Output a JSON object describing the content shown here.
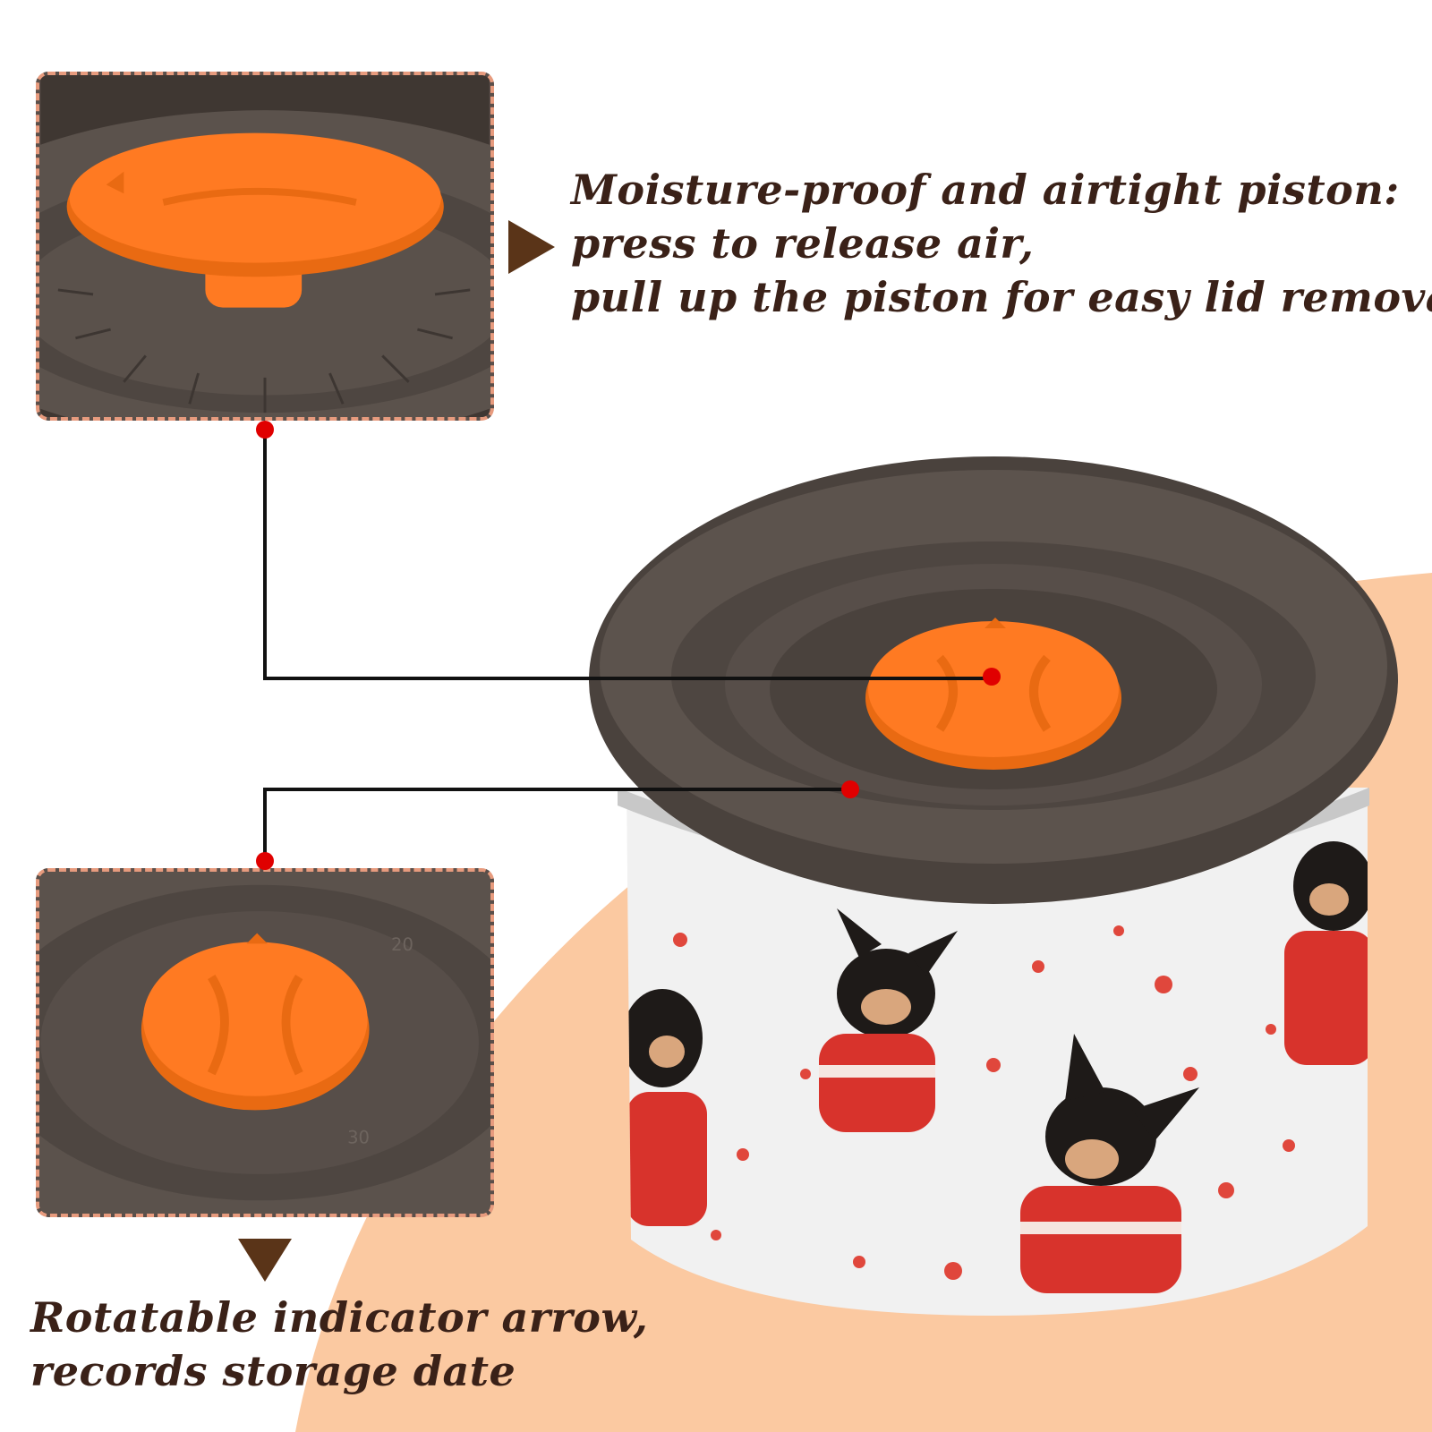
{
  "colors": {
    "peach": "#fbc9a1",
    "accent_orange": "#ff7a22",
    "lid_dark": "#5a504a",
    "text_brown": "#3a2118",
    "marker_red": "#e00000",
    "inset_border": "#e79b7e",
    "star_red": "#e0473c"
  },
  "features": {
    "piston": {
      "lines": [
        "Moisture-proof and airtight piston:",
        "press to release air,",
        "pull up the piston for easy lid removal"
      ]
    },
    "indicator": {
      "lines": [
        "Rotatable indicator arrow,",
        "records storage date"
      ]
    }
  },
  "icons": {
    "pointer_right": "triangle-right-icon",
    "pointer_down": "triangle-down-icon",
    "marker": "red-dot-icon"
  }
}
